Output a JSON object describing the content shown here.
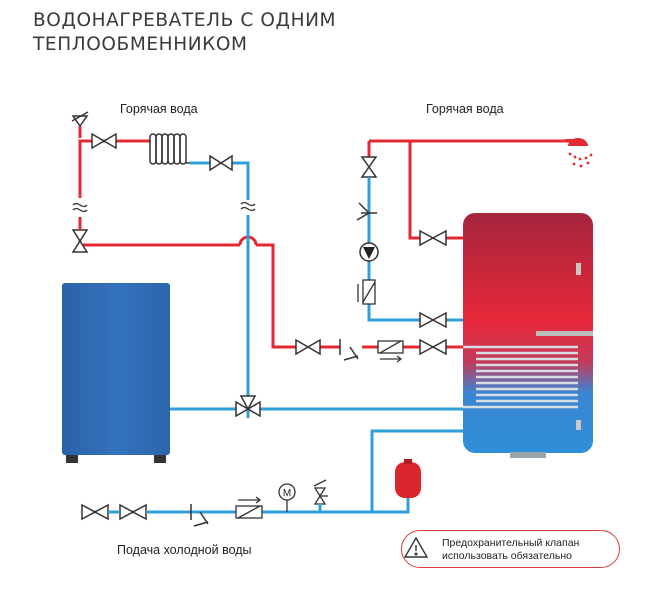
{
  "title": "ВОДОНАГРЕВАТЕЛЬ С ОДНИМ\nТЕПЛООБМЕННИКОМ",
  "labels": {
    "hot_water_left": "Горячая вода",
    "hot_water_right": "Горячая вода",
    "cold_water_supply": "Подача холодной воды"
  },
  "warning": {
    "text": "Предохранительный клапан\nиспользовать обязательно",
    "icon": "warning-triangle-icon"
  },
  "colors": {
    "hot_pipe": "#e22a32",
    "cold_pipe": "#2f9fd8",
    "boiler": "#2f6eb5",
    "tank_top": "#d7283a",
    "tank_bottom": "#2f8fd8",
    "accent": "#e03a3e"
  },
  "icons": [
    "shower-icon",
    "pump-icon",
    "manometer-icon",
    "expansion-tank-icon",
    "gate-valve-icon",
    "check-valve-icon",
    "filter-icon",
    "three-way-valve-icon",
    "safety-valve-icon",
    "break-mark-icon",
    "heat-exchanger-coil-icon"
  ]
}
